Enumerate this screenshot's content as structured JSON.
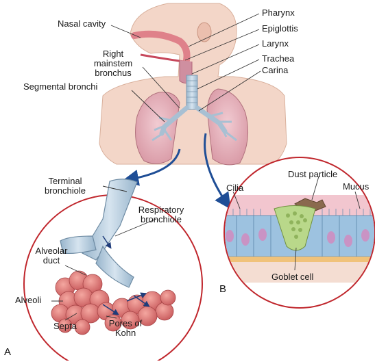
{
  "diagram": {
    "labels": {
      "nasal_cavity": "Nasal cavity",
      "pharynx": "Pharynx",
      "epiglottis": "Epiglottis",
      "larynx": "Larynx",
      "trachea": "Trachea",
      "carina": "Carina",
      "right_mainstem_1": "Right",
      "right_mainstem_2": "mainstem",
      "right_mainstem_3": "bronchus",
      "segmental_bronchi": "Segmental bronchi",
      "terminal_bronchiole_1": "Terminal",
      "terminal_bronchiole_2": "bronchiole",
      "respiratory_bronchiole_1": "Respiratory",
      "respiratory_bronchiole_2": "bronchiole",
      "alveolar_duct_1": "Alveolar",
      "alveolar_duct_2": "duct",
      "alveoli": "Alveoli",
      "septa": "Septa",
      "pores_of_kohn_1": "Pores of",
      "pores_of_kohn_2": "Kohn",
      "dust_particle": "Dust particle",
      "mucus": "Mucus",
      "cilia": "Cilia",
      "goblet_cell": "Goblet cell"
    },
    "panels": {
      "a": "A",
      "b": "B"
    },
    "colors": {
      "skin": "#f3d6c8",
      "lung": "#e8b7c0",
      "airway": "#b8cfe0",
      "alveoli": "#e07c7c",
      "circle_border": "#c0272d",
      "arrow": "#1f4e96",
      "epithelium": "#9dc2e0",
      "goblet": "#b9d88a",
      "mucus_layer": "#f2c6cf"
    }
  }
}
